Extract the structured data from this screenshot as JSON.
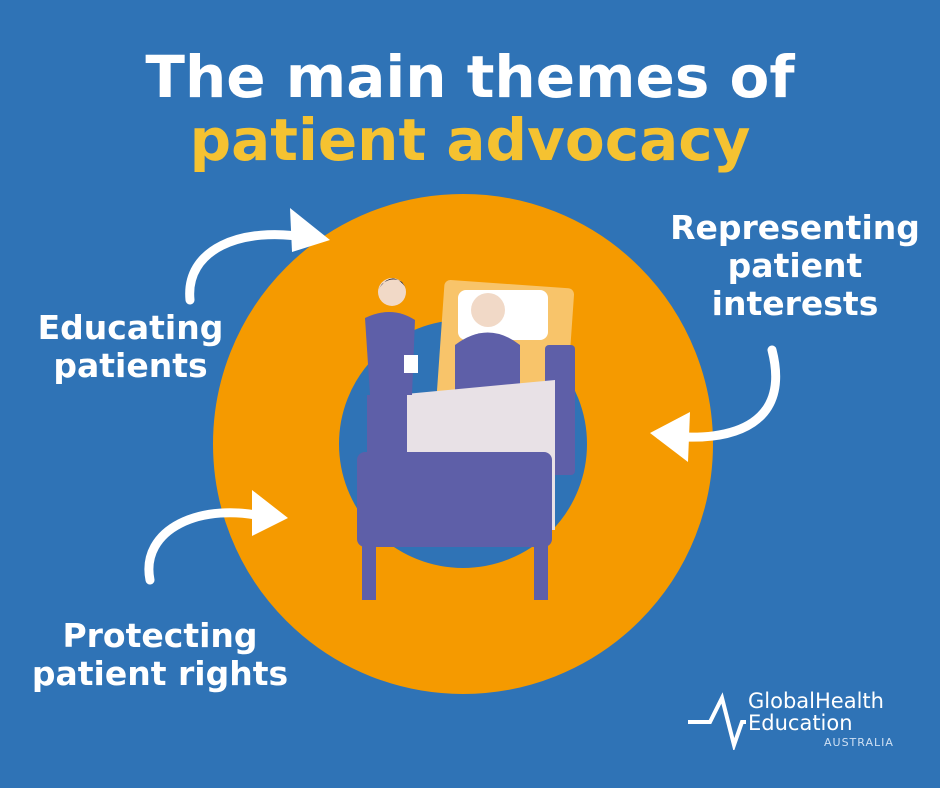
{
  "title": {
    "line1": "The main themes of",
    "line2": "patient advocacy"
  },
  "themes": [
    {
      "label_lines": [
        "Educating",
        "patients"
      ]
    },
    {
      "label_lines": [
        "Representing",
        "patient",
        "interests"
      ]
    },
    {
      "label_lines": [
        "Protecting",
        "patient rights"
      ]
    }
  ],
  "logo": {
    "line1": "GlobalHealth",
    "line2": "Education",
    "line3": "AUSTRALIA"
  },
  "colors": {
    "background": "#2F73B6",
    "ring": "#F59A00",
    "accent": "#F5C231",
    "scrubs": "#5E5FA8"
  }
}
